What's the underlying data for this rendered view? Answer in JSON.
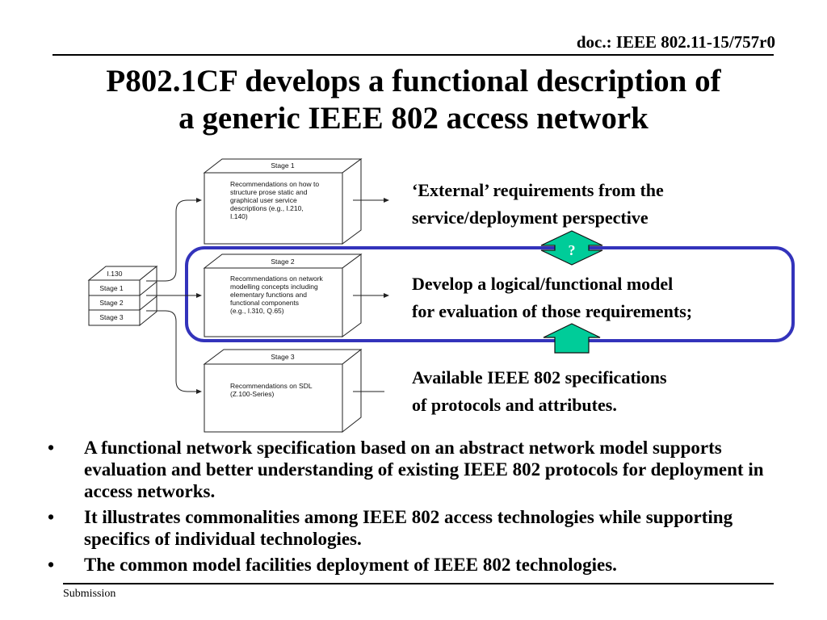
{
  "header": {
    "doc_id": "doc.: IEEE 802.11-15/757r0"
  },
  "title": {
    "line1": "P802.1CF develops a functional description of",
    "line2": "a generic IEEE 802 access network"
  },
  "diagram": {
    "i130_stack": {
      "top_label": "I.130",
      "rows": [
        "Stage 1",
        "Stage 2",
        "Stage 3"
      ]
    },
    "stages": [
      {
        "label": "Stage 1",
        "lines": [
          "Recommendations on how to",
          "structure prose static and",
          "graphical user service",
          "descriptions (e.g., I.210,",
          "I.140)"
        ]
      },
      {
        "label": "Stage 2",
        "lines": [
          "Recommendations on network",
          "modelling concepts including",
          "elementary functions and",
          "functional components",
          "(e.g., I.310, Q.65)"
        ]
      },
      {
        "label": "Stage 3",
        "lines": [
          "Recommendations on SDL",
          "(Z.100-Series)"
        ]
      }
    ],
    "highlight_color": "#3333bb",
    "arrow_fill": "#00cc99",
    "question_symbol": "?"
  },
  "annotations": {
    "external": [
      "‘External’ requirements from the",
      "service/deployment perspective"
    ],
    "develop": [
      "Develop a logical/functional model",
      "for evaluation of those requirements;"
    ],
    "available": [
      "Available IEEE 802 specifications",
      "of protocols and attributes."
    ]
  },
  "bullets": [
    {
      "symbol": "•",
      "text": "A functional network specification based on an abstract network model supports evaluation and better understanding of existing IEEE 802 protocols for deployment in access networks."
    },
    {
      "symbol": "•",
      "text": "It illustrates commonalities among IEEE 802 access technologies while supporting specifics of individual technologies."
    },
    {
      "symbol": "•",
      "text": "The common model facilities deployment of IEEE 802 technologies."
    }
  ],
  "footer": {
    "label": "Submission"
  }
}
